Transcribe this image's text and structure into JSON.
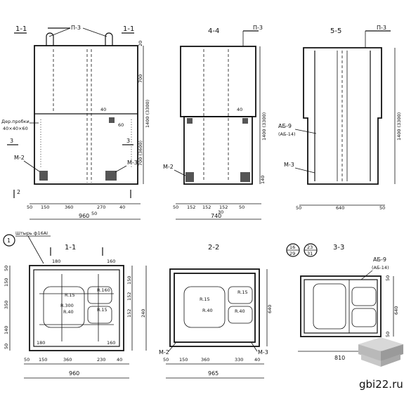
{
  "sections": {
    "s11_top": "1-1",
    "s44": "4-4",
    "s55": "5-5",
    "s11_plan": "1-1",
    "s22": "2-2",
    "s33": "3-3"
  },
  "marks": {
    "p3": "П-3",
    "m2": "М-2",
    "m3": "М-3",
    "ab9": "АБ-9",
    "ab14": "(АБ-14)"
  },
  "labels": {
    "wood_plug_1": "Дер.пробки",
    "wood_plug_2": "40×40×60",
    "pin": "Штырь ф16AI",
    "circle_num": "1",
    "sec_mark_3": "3",
    "sec_mark_2": "2",
    "frac_16": "16",
    "frac_29": "29",
    "frac_23": "23",
    "frac_31": "31"
  },
  "dims": {
    "h700": "700",
    "h1400": "1400 (3300)",
    "h700b": "700 (3600)",
    "d40": "40",
    "d60": "60",
    "d20": "20",
    "d140": "140",
    "row1_a": [
      "50",
      "150",
      "360",
      "270",
      "40"
    ],
    "row1_b": "50",
    "total960": "960",
    "row2_a": [
      "50",
      "152",
      "152",
      "152",
      "50"
    ],
    "row2_b": "30",
    "total740": "740",
    "s55_mid": "640",
    "s55_side": "50",
    "p11_top": [
      "180",
      "160"
    ],
    "p11_left": [
      "50",
      "150",
      "350",
      "140",
      "50"
    ],
    "p11_right": [
      "150",
      "152",
      "152",
      "240"
    ],
    "p11_bottom": [
      "50",
      "150",
      "360",
      "230",
      "40"
    ],
    "p11_b2": [
      "180",
      "160"
    ],
    "p11_total": "960",
    "r115": "R.15",
    "r160": "R.160",
    "r300": "R.300",
    "r40": "R.40",
    "p22_h": "640",
    "p22_bottom": [
      "50",
      "150",
      "360",
      "330",
      "40"
    ],
    "p22_total": "965",
    "p33_h": "640",
    "p33_total": "810",
    "p33_top": "50",
    "p33_bot": "50"
  },
  "watermark": "gbi22.ru"
}
